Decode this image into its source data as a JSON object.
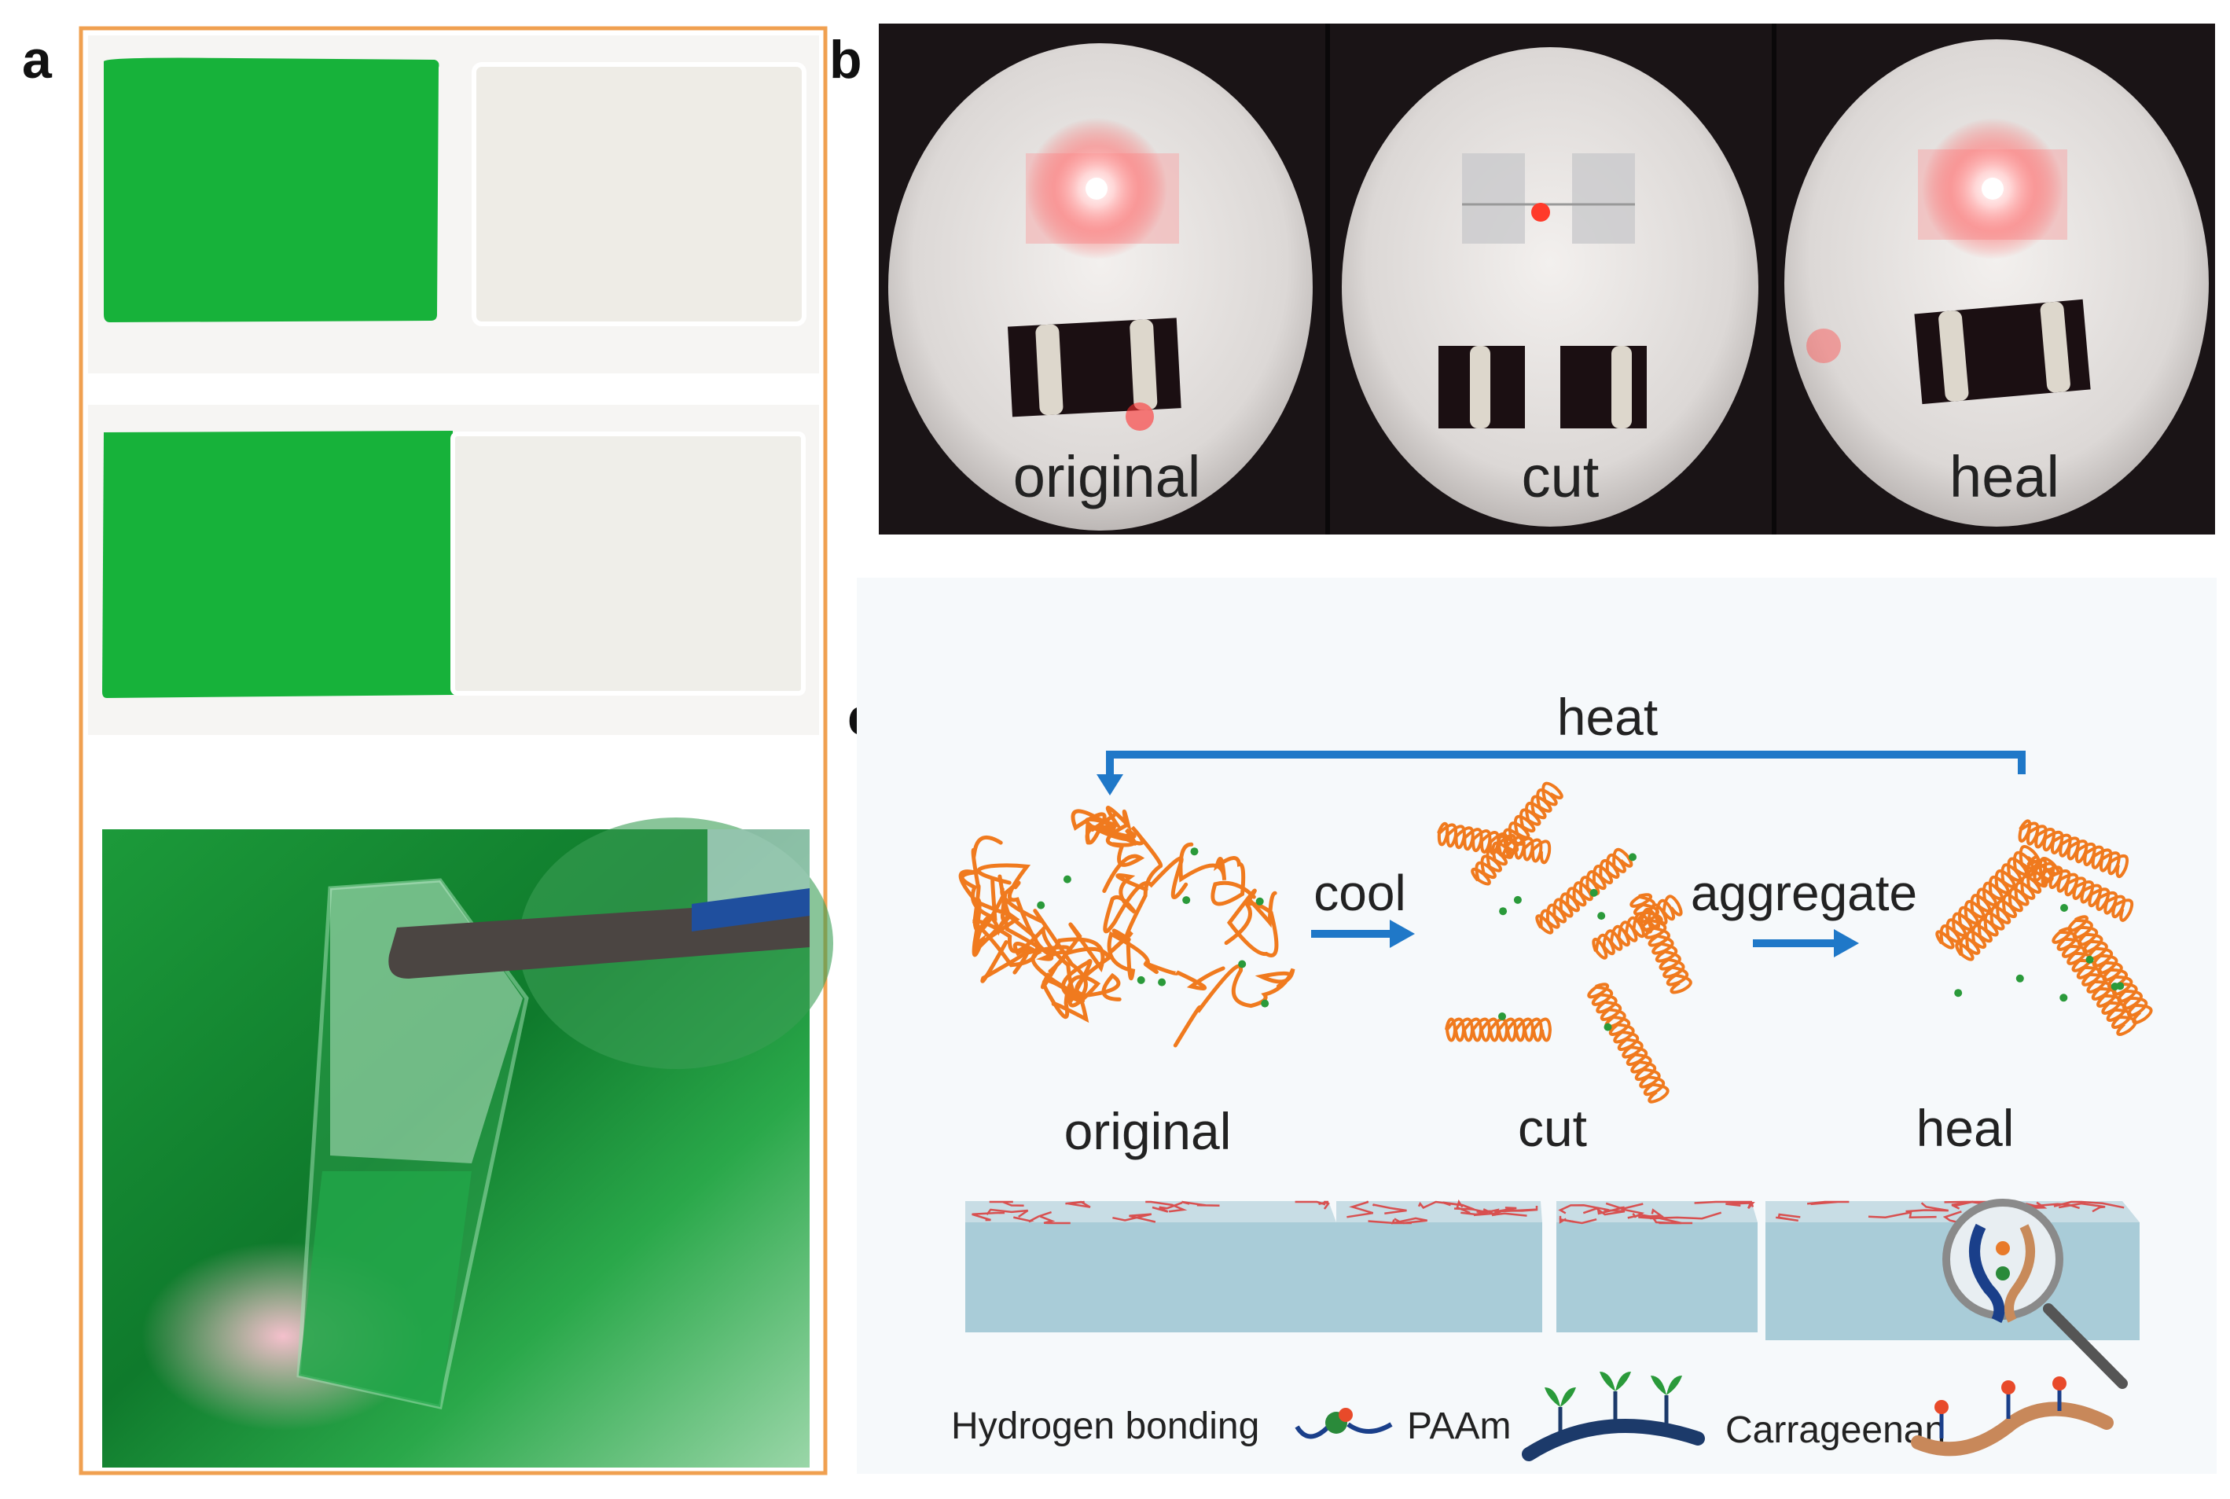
{
  "panels": {
    "a": {
      "letter": "a"
    },
    "b": {
      "letter": "b",
      "labels": [
        "original",
        "cut",
        "heal"
      ]
    },
    "c": {
      "letter": "c",
      "heat_label": "heat",
      "cool_label": "cool",
      "aggregate_label": "aggregate",
      "stage_labels": [
        "original",
        "cut",
        "heal"
      ],
      "legend": {
        "hydrogen_bonding": "Hydrogen bonding",
        "paam": "PAAm",
        "carrageenan": "Carrageenan"
      }
    }
  },
  "colors": {
    "green": "#18b43c",
    "orange_frame": "#f0a050",
    "polymer_orange": "#f07a1e",
    "arrow_blue": "#1f78c8",
    "gel_blue": "#a9ccd8",
    "photo_dark": "#1a1416"
  }
}
